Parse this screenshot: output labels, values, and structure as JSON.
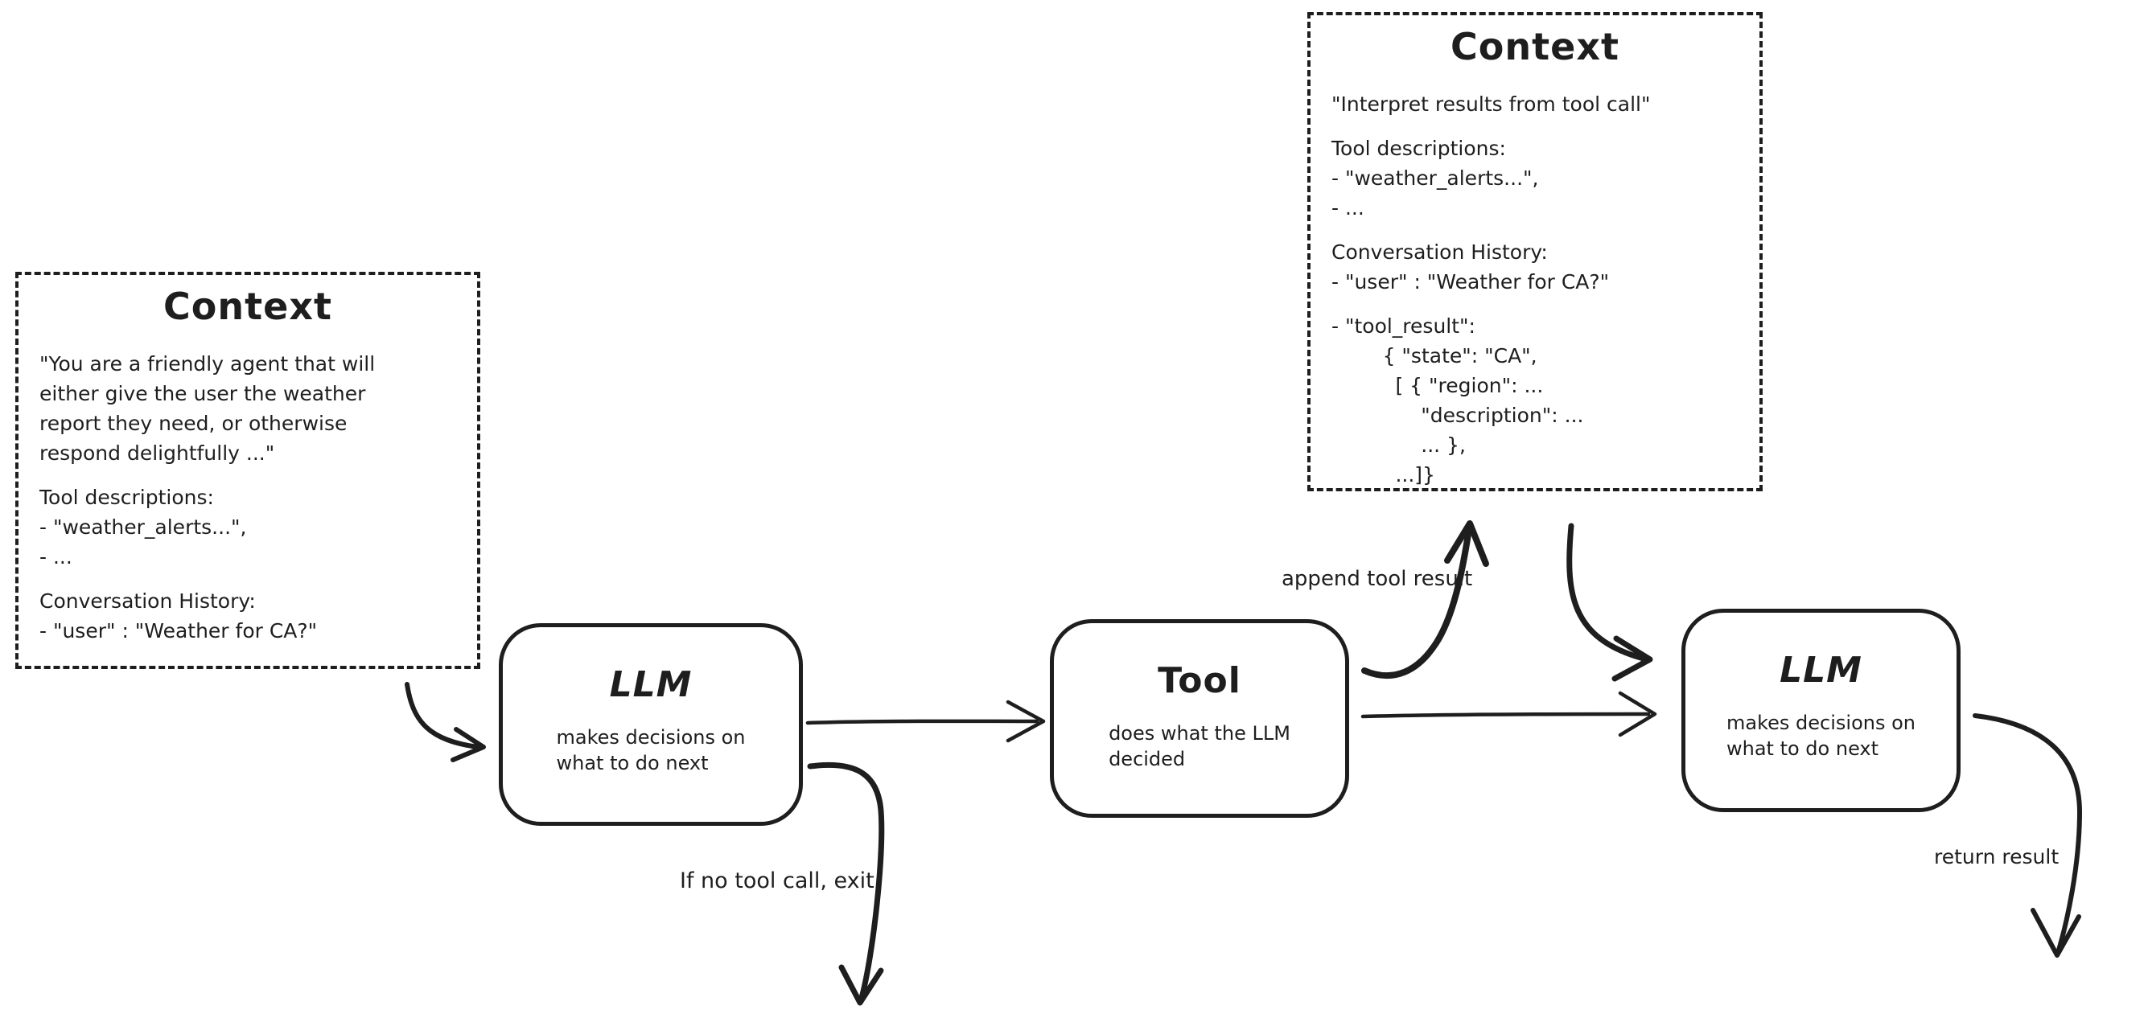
{
  "colors": {
    "ink": "#1e1e1e",
    "background": "#ffffff"
  },
  "context_left": {
    "title": "Context",
    "lines": [
      "\"You are a friendly agent that will",
      "either give the user the weather",
      "report they need, or otherwise",
      "respond delightfully ...\"",
      "",
      "Tool descriptions:",
      "- \"weather_alerts...\",",
      "- ...",
      "",
      "Conversation History:",
      "- \"user\" : \"Weather for CA?\""
    ]
  },
  "context_right": {
    "title": "Context",
    "lines": [
      "\"Interpret results from tool call\"",
      "",
      "Tool descriptions:",
      "- \"weather_alerts...\",",
      "- ...",
      "",
      "Conversation History:",
      "- \"user\" : \"Weather for CA?\"",
      "",
      "- \"tool_result\":",
      "        { \"state\": \"CA\",",
      "          [ { \"region\": ...",
      "              \"description\": ...",
      "              ... },",
      "          ...]}"
    ]
  },
  "llm_1": {
    "title": "LLM",
    "subtitle_lines": [
      "makes decisions on",
      "what to do next"
    ]
  },
  "tool": {
    "title": "Tool",
    "subtitle_lines": [
      "does what the LLM",
      "decided"
    ]
  },
  "llm_2": {
    "title": "LLM",
    "subtitle_lines": [
      "makes decisions on",
      "what to do next"
    ]
  },
  "labels": {
    "append_tool_result": "append tool result",
    "if_no_tool_call_exit": "If no tool call, exit",
    "return_result": "return result"
  }
}
